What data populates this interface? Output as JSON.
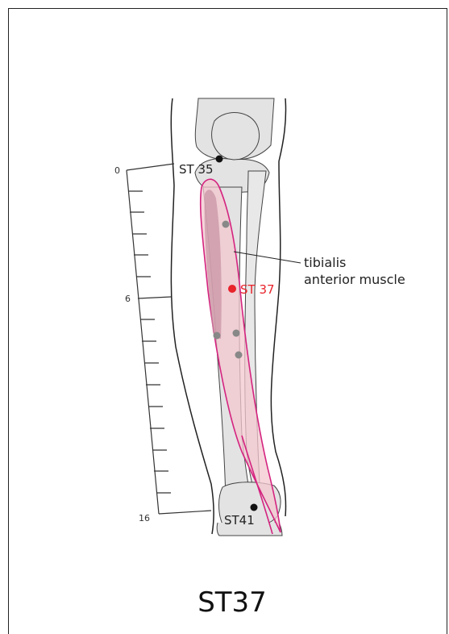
{
  "title": "ST37",
  "scale": {
    "top_label": "0",
    "mid_label": "6",
    "bottom_label": "16"
  },
  "points": {
    "st35": "ST 35",
    "st37": "ST 37",
    "st41": "ST41"
  },
  "annotation": {
    "line1": "tibialis",
    "line2": "anterior muscle"
  },
  "colors": {
    "highlight": "#e8232a",
    "muscle_outline": "#d4237f",
    "muscle_fill": "#f3c7cf",
    "muscle_dark": "#c792a2",
    "bone_fill": "#e3e3e3",
    "outline": "#222222",
    "marker_gray": "#888888"
  }
}
